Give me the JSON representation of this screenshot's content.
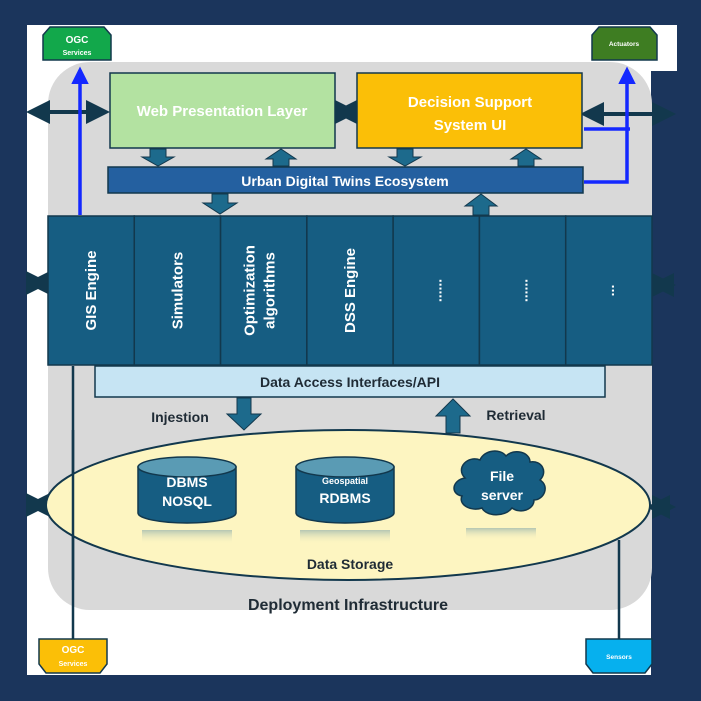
{
  "diagram": {
    "title": "Urban Digital Twins Architecture",
    "colors": {
      "frame": "#1b355c",
      "panel": "#d9d9d9",
      "web_layer": "#b3e2a1",
      "dss_ui": "#fbbf07",
      "ecosystem": "#2460a0",
      "engines": "#165d82",
      "api": "#c6e4f3",
      "storage": "#fdf5c1",
      "db": "#165d82",
      "blue_link": "#1428ff",
      "ogc_top": "#12a84b",
      "actuators": "#3e7d22",
      "ogc_bottom": "#fbbf07",
      "sensors": "#06b0ee"
    },
    "external": {
      "ogc_top": {
        "line1": "OGC",
        "line2": "Services"
      },
      "actuators": {
        "label": "Actuators"
      },
      "ogc_bottom": {
        "line1": "OGC",
        "line2": "Services"
      },
      "sensors": {
        "label": "Sensors"
      }
    },
    "web_layer": {
      "label": "Web Presentation Layer"
    },
    "dss_ui": {
      "line1": "Decision Support",
      "line2": "System UI"
    },
    "ecosystem": {
      "label": "Urban Digital Twins Ecosystem"
    },
    "engines": [
      {
        "line1": "GIS Engine",
        "line2": ""
      },
      {
        "line1": "Simulators",
        "line2": ""
      },
      {
        "line1": "Optimization",
        "line2": "algorithms"
      },
      {
        "line1": "DSS Engine",
        "line2": ""
      },
      {
        "line1": "......",
        "line2": ""
      },
      {
        "line1": "......",
        "line2": ""
      },
      {
        "line1": "...",
        "line2": ""
      }
    ],
    "api": {
      "label": "Data Access Interfaces/API"
    },
    "flows": {
      "ingestion": "Injestion",
      "retrieval": "Retrieval"
    },
    "storage": {
      "label": "Data Storage",
      "dbms": {
        "line1": "DBMS",
        "line2": "NOSQL"
      },
      "rdbms": {
        "line1": "Geospatial",
        "line2": "RDBMS"
      },
      "file_server": {
        "line1": "File",
        "line2": "server"
      }
    },
    "infrastructure": {
      "label": "Deployment Infrastructure"
    }
  }
}
